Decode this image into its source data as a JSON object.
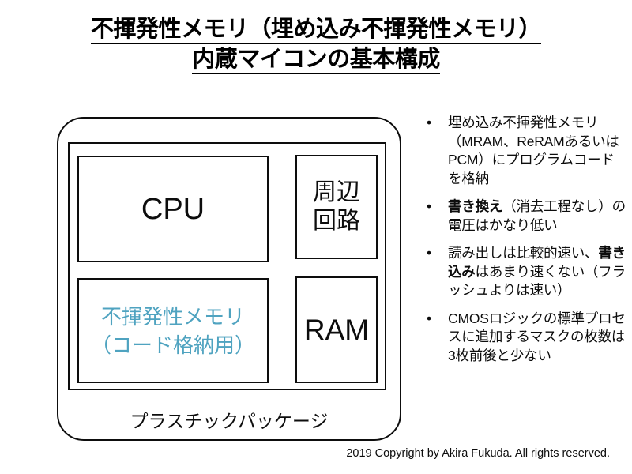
{
  "slide": {
    "title": {
      "line1": "不揮発性メモリ（埋め込み不揮発性メモリ）",
      "line2": "内蔵マイコンの基本構成"
    },
    "copyright": "2019 Copyright by Akira Fukuda. All rights reserved."
  },
  "diagram": {
    "package_label": "プラスチックパッケージ",
    "blocks": {
      "cpu": "CPU",
      "nvm_line1": "不揮発性メモリ",
      "nvm_line2": "（コード格納用）",
      "peripheral_line1": "周辺",
      "peripheral_line2": "回路",
      "ram": "RAM"
    },
    "colors": {
      "outline": "#0d0d0d",
      "nvm_text": "#4fa3c0",
      "background": "#ffffff"
    }
  },
  "bullets": {
    "marker": "•",
    "items": [
      {
        "id": "bullet-embedded-nvm",
        "runs": [
          {
            "text": "埋め込み不揮発性メモリ（MRAM、ReRAMあるいはPCM）にプログラムコードを格納",
            "bold": false
          }
        ]
      },
      {
        "id": "bullet-rewrite-voltage",
        "runs": [
          {
            "text": "書き換え",
            "bold": true
          },
          {
            "text": "（消去工程なし）の電圧はかなり低い",
            "bold": false
          }
        ]
      },
      {
        "id": "bullet-read-write-speed",
        "runs": [
          {
            "text": "読み出しは比較的速い、",
            "bold": false
          },
          {
            "text": "書き込み",
            "bold": true
          },
          {
            "text": "はあまり速くない（フラッシュよりは速い）",
            "bold": false
          }
        ]
      },
      {
        "id": "bullet-cmos-mask-count",
        "runs": [
          {
            "text": "CMOSロジックの標準プロセスに追加するマスクの枚数は3枚前後と少ない",
            "bold": false
          }
        ]
      }
    ]
  }
}
